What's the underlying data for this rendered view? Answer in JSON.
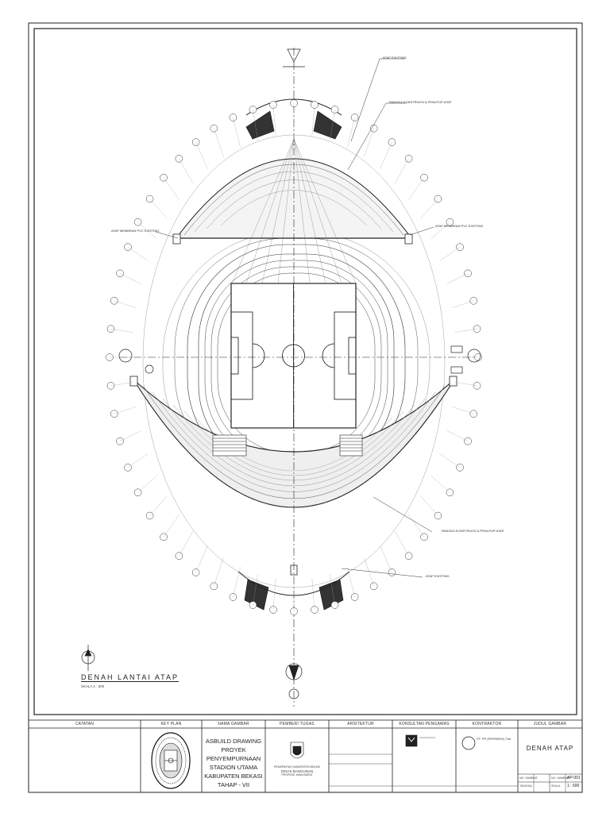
{
  "drawing": {
    "caption": "DENAH LANTAI ATAP",
    "scale": "SKALA  1 : 600"
  },
  "callouts": {
    "top_right_1": "ATAP EXISTING",
    "top_right_2": "RANGKA KONSTRUKSI & PENUTUP ATAP",
    "left_mid": "ATAP MEMBRAN PVC EXISTING",
    "right_mid": "ATAP MEMBRAN PVC EXISTING",
    "bottom_right_1": "RANGKA KONSTRUKSI & PENUTUP ATAP",
    "bottom_right_2": "ATAP EXISTING"
  },
  "title_block": {
    "headers": [
      "CATATAN",
      "KEY PLAN",
      "NAMA GAMBAR",
      "PEMBERI TUGAS",
      "ARSITEKTUR",
      "KONSULTAN PENGAWAS",
      "KONTRAKTOR",
      "JUDUL GAMBAR"
    ],
    "project_lines": [
      "ASBUILD DRAWING",
      "PROYEK PENYEMPURNAAN",
      "STADION UTAMA",
      "KABUPATEN BEKASI",
      "TAHAP - VII"
    ],
    "owner_lines": [
      "PEMERINTAH KABUPATEN BEKASI",
      "DINAS BANGUNAN",
      "PROPINSI JAWA BARAT"
    ],
    "contractor_name": "PT. PP (PERSERO) Tbk",
    "sheet_title": "DENAH ATAP",
    "sheet_no_label": "NO. GAMBAR",
    "sheet_no": "AP-001",
    "drawing_label": "NO. GAMBAR",
    "date_label": "TANGGAL",
    "scale_label": "SKALA",
    "scale_value": "1 : 600"
  }
}
